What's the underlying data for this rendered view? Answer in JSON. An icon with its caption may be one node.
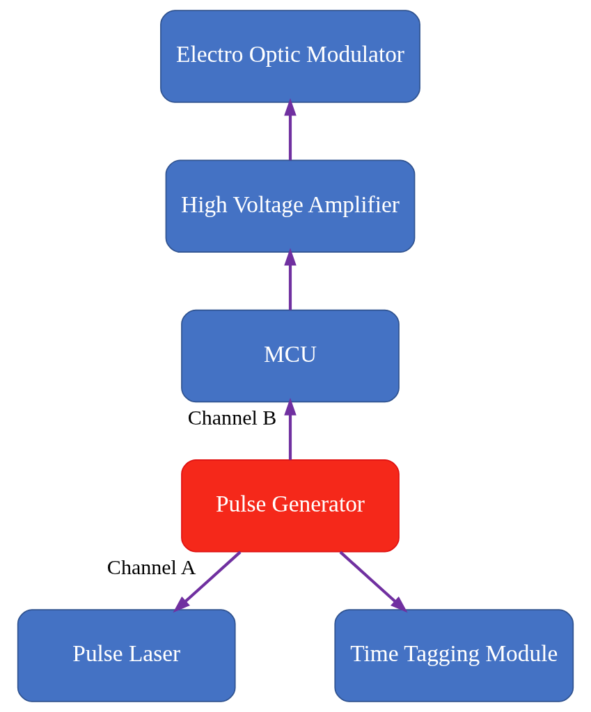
{
  "diagram": {
    "nodes": [
      {
        "text": [
          "Electro Optic Modulator"
        ]
      },
      {
        "text": [
          "High Voltage Amplifier"
        ]
      },
      {
        "text": [
          "MCU"
        ]
      },
      {
        "text": [
          "Pulse Generator"
        ]
      },
      {
        "text": [
          "Pulse Laser"
        ]
      },
      {
        "text": [
          "Time Tagging Module"
        ]
      }
    ],
    "edges": [
      {
        "from": 1,
        "to": 0,
        "arrow": "to"
      },
      {
        "from": 2,
        "to": 1,
        "arrow": "to"
      },
      {
        "from": 3,
        "to": 2,
        "arrow": "to",
        "label": "Channel B"
      },
      {
        "from": 3,
        "to": 4,
        "arrow": "to",
        "label": "Channel A"
      },
      {
        "from": 3,
        "to": 5,
        "arrow": "to"
      }
    ]
  }
}
